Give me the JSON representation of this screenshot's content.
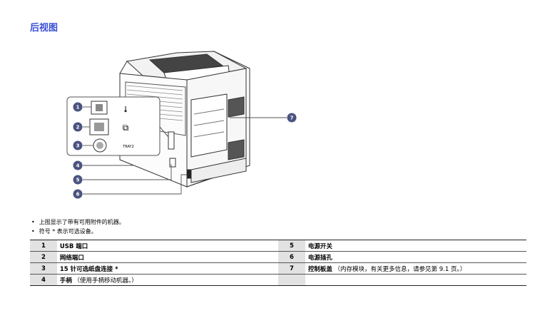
{
  "title": "后视图",
  "figure": {
    "callouts": [
      "1",
      "2",
      "3",
      "4",
      "5",
      "6",
      "7"
    ],
    "tray_label": "TRAY2",
    "port_symbols": [
      "usb-symbol",
      "network-symbol"
    ]
  },
  "notes": [
    "上图显示了带有可用附件的机器。",
    "符号 * 表示可选设备。"
  ],
  "legend": [
    {
      "left": {
        "n": "1",
        "name": "USB 端口",
        "desc": ""
      },
      "right": {
        "n": "5",
        "name": "电源开关",
        "desc": ""
      }
    },
    {
      "left": {
        "n": "2",
        "name": "网络端口",
        "desc": ""
      },
      "right": {
        "n": "6",
        "name": "电源插孔",
        "desc": ""
      }
    },
    {
      "left": {
        "n": "3",
        "name": "15 针可选纸盘连接 *",
        "desc": ""
      },
      "right": {
        "n": "7",
        "name": "控制板盖",
        "desc": "（内存模块，有关更多信息，请参见第 9.1 页。）"
      }
    },
    {
      "left": {
        "n": "4",
        "name": "手柄",
        "desc": "（使用手柄移动机器。）"
      },
      "right": {
        "n": "",
        "name": "",
        "desc": ""
      }
    }
  ],
  "colors": {
    "title": "#3a4fd6",
    "callout": "#4a5380",
    "cell_shade": "#e2e2e2"
  }
}
